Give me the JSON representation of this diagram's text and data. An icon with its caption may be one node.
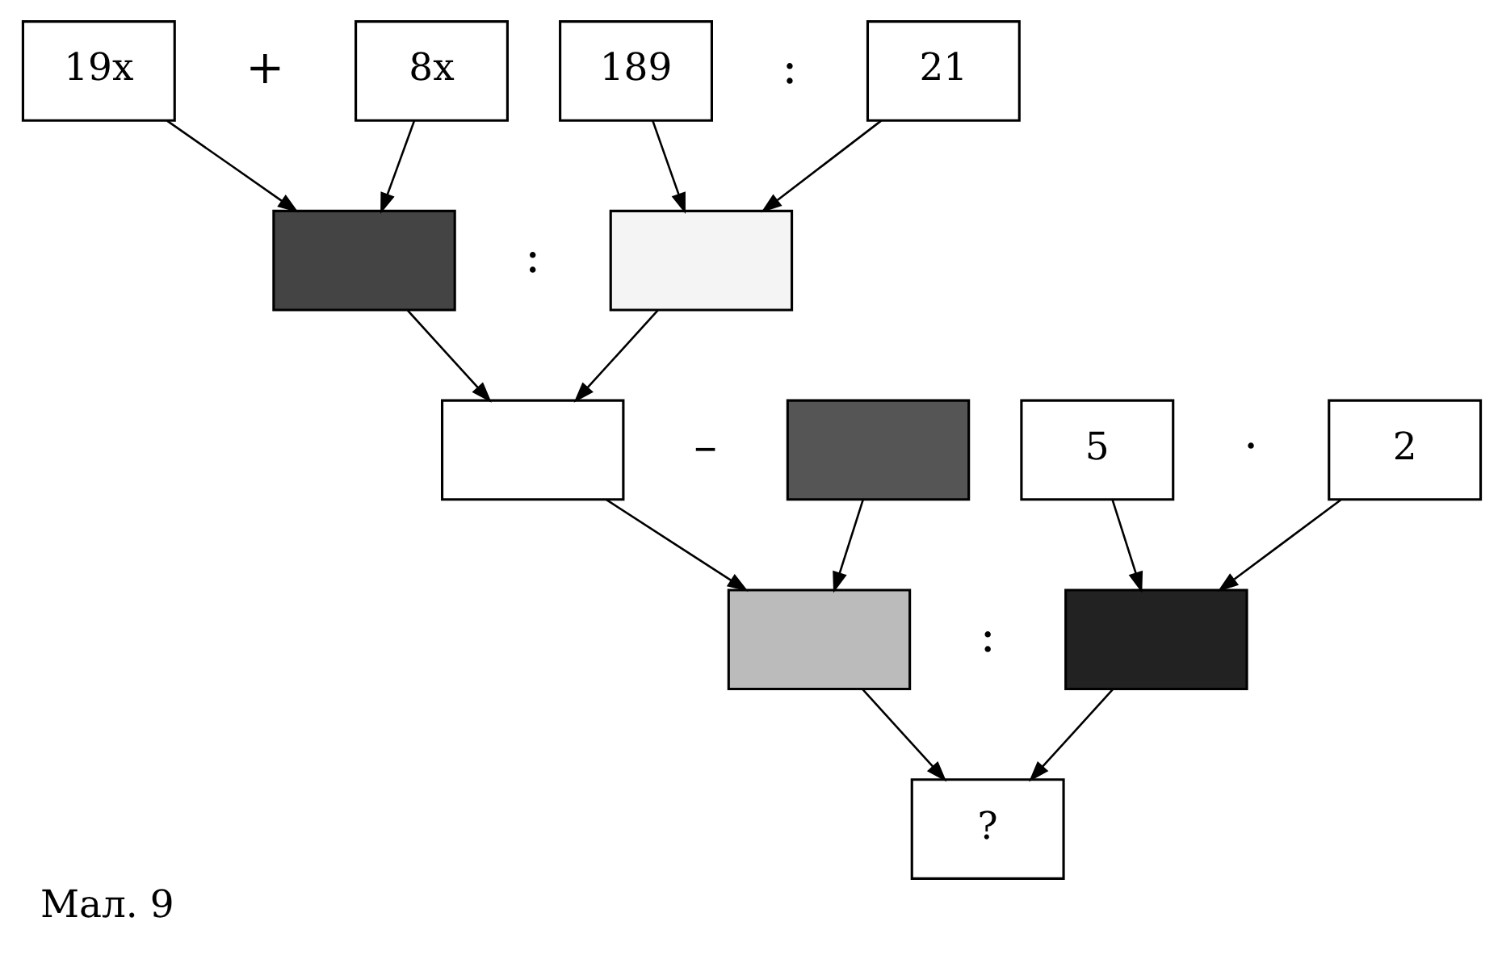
{
  "diagram": {
    "caption": "Мал. 9",
    "nodes": [
      {
        "text": [
          "19x"
        ]
      },
      {
        "text": [
          "8x"
        ]
      },
      {
        "text": [
          "189"
        ]
      },
      {
        "text": [
          "21"
        ]
      },
      {
        "text": [],
        "shape": "box"
      },
      {
        "text": [],
        "shape": "box"
      },
      {
        "text": [],
        "shape": "box"
      },
      {
        "text": [],
        "shape": "box"
      },
      {
        "text": [
          "5"
        ]
      },
      {
        "text": [
          "2"
        ]
      },
      {
        "text": [],
        "shape": "box"
      },
      {
        "text": [],
        "shape": "box"
      },
      {
        "text": [
          "?"
        ]
      }
    ],
    "edges": [
      {
        "from": 0,
        "to": 4,
        "arrow": "to"
      },
      {
        "from": 1,
        "to": 4,
        "arrow": "to"
      },
      {
        "from": 2,
        "to": 5,
        "arrow": "to"
      },
      {
        "from": 3,
        "to": 5,
        "arrow": "to"
      },
      {
        "from": 4,
        "to": 6,
        "arrow": "to"
      },
      {
        "from": 5,
        "to": 6,
        "arrow": "to"
      },
      {
        "from": 6,
        "to": 10,
        "arrow": "to"
      },
      {
        "from": 7,
        "to": 10,
        "arrow": "to"
      },
      {
        "from": 8,
        "to": 11,
        "arrow": "to"
      },
      {
        "from": 9,
        "to": 11,
        "arrow": "to"
      },
      {
        "from": 10,
        "to": 12,
        "arrow": "to"
      },
      {
        "from": 11,
        "to": 12,
        "arrow": "to"
      }
    ],
    "labels": [
      "+",
      ":",
      ":",
      "–",
      "·",
      ":"
    ]
  }
}
